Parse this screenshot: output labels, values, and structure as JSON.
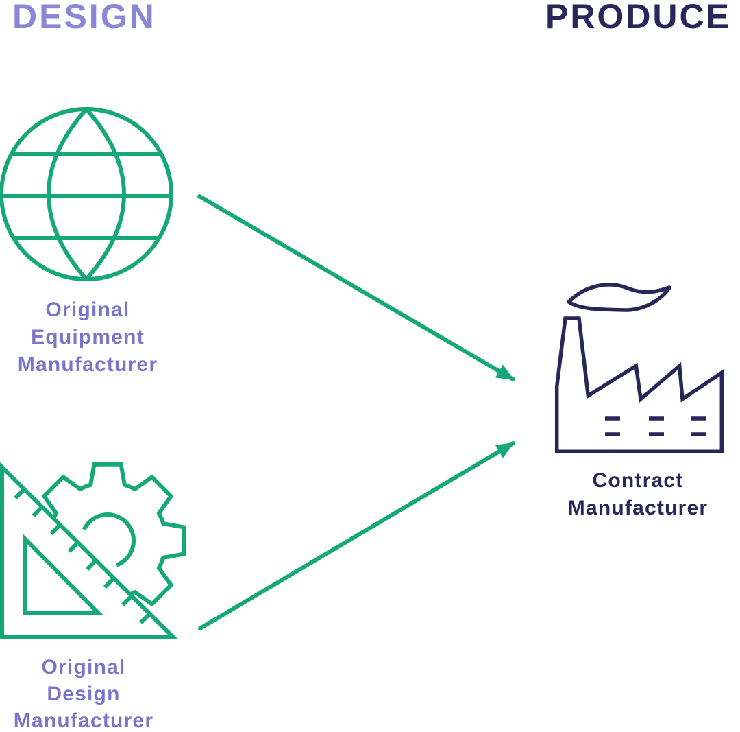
{
  "colors": {
    "green": "#16A878",
    "purple_heading": "#8C86D8",
    "purple_label": "#7B75CA",
    "navy": "#282759",
    "background": "#FFFFFF"
  },
  "headers": {
    "design": "DESIGN",
    "produce": "PRODUCE"
  },
  "nodes": {
    "oem": {
      "icon": "globe-icon",
      "column": "design",
      "label_lines": [
        "Original",
        "Equipment",
        "Manufacturer"
      ]
    },
    "odm": {
      "icon": "set-square-gear-icon",
      "column": "design",
      "label_lines": [
        "Original",
        "Design",
        "Manufacturer"
      ]
    },
    "cm": {
      "icon": "factory-icon",
      "column": "produce",
      "label_lines": [
        "Contract",
        "Manufacturer"
      ]
    }
  },
  "connections": [
    {
      "from": "oem",
      "to": "cm",
      "style": "green-arrow"
    },
    {
      "from": "odm",
      "to": "cm",
      "style": "green-arrow"
    }
  ]
}
